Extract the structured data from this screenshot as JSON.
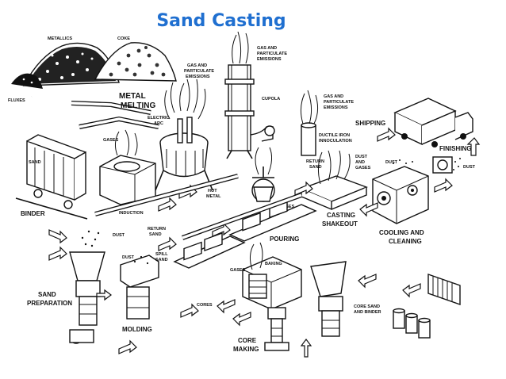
{
  "title": "Sand Casting",
  "labels": {
    "metallics": "METALLICS",
    "coke": "COKE",
    "fluxes": "FLUXES",
    "metal_melting_1": "METAL",
    "metal_melting_2": "MELTING",
    "gas_part_1": "GAS AND",
    "gas_part_2": "PARTICULATE",
    "gas_part_3": "EMISSIONS",
    "cupola_emis_1": "GAS AND",
    "cupola_emis_2": "PARTICULATE",
    "cupola_emis_3": "EMISSIONS",
    "cupola": "CUPOLA",
    "inoc_emis_1": "GAS AND",
    "inoc_emis_2": "PARTICULATE",
    "inoc_emis_3": "EMISSIONS",
    "electric_arc_1": "ELECTRIC",
    "electric_arc_2": "ARC",
    "gases_induction": "GASES",
    "induction": "INDUCTION",
    "sand": "SAND",
    "shipping": "SHIPPING",
    "ductile_1": "DUCTILE IRON",
    "ductile_2": "INNOCULATION",
    "dust_gases_1": "DUST",
    "dust_gases_2": "AND",
    "dust_gases_3": "GASES",
    "return_sand_top_1": "RETURN",
    "return_sand_top_2": "SAND",
    "finishing": "FINISHING",
    "dust_finish_left": "DUST",
    "dust_finish_right": "DUST",
    "hot_metal_1": "HOT",
    "hot_metal_2": "METAL",
    "gases_pour": "GASES",
    "casting_1": "CASTING",
    "casting_2": "SHAKEOUT",
    "cooling_1": "COOLING AND",
    "cooling_2": "CLEANING",
    "binder": "BINDER",
    "dust_sand": "DUST",
    "return_sand_mid_1": "RETURN",
    "return_sand_mid_2": "SAND",
    "dust_mold": "DUST",
    "spill_1": "SPILL",
    "spill_2": "SAND",
    "pouring": "POURING",
    "gases_core": "GASES",
    "baking": "BAKING",
    "sand_prep_1": "SAND",
    "sand_prep_2": "PREPARATION",
    "molding": "MOLDING",
    "cores": "CORES",
    "core_sand_1": "CORE SAND",
    "core_sand_2": "AND BINDER",
    "core_making_1": "CORE",
    "core_making_2": "MAKING"
  }
}
